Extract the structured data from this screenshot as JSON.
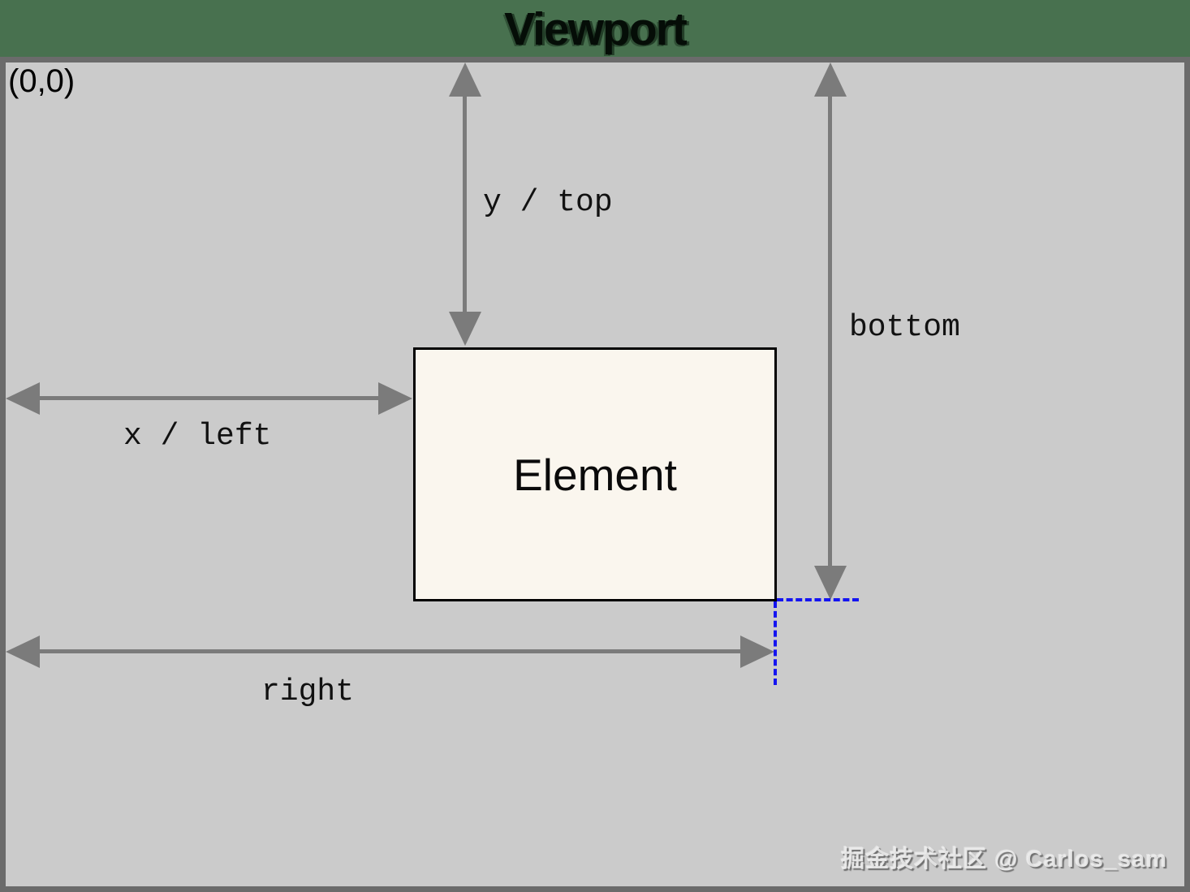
{
  "diagram": {
    "title": "Viewport",
    "origin_label": "(0,0)",
    "element_label": "Element",
    "measurements": {
      "y_top": "y / top",
      "x_left": "x / left",
      "bottom": "bottom",
      "right": "right"
    },
    "watermark": "掘金技术社区 @ Carlos_sam"
  },
  "colors": {
    "background_green": "#48714f",
    "viewport_fill": "#cbcbcb",
    "viewport_border": "#6b6b6b",
    "arrow_gray": "#7b7b7b",
    "element_fill": "#faf6ee",
    "element_border": "#000000",
    "guide_blue": "#1414f0",
    "text_black": "#000000"
  }
}
